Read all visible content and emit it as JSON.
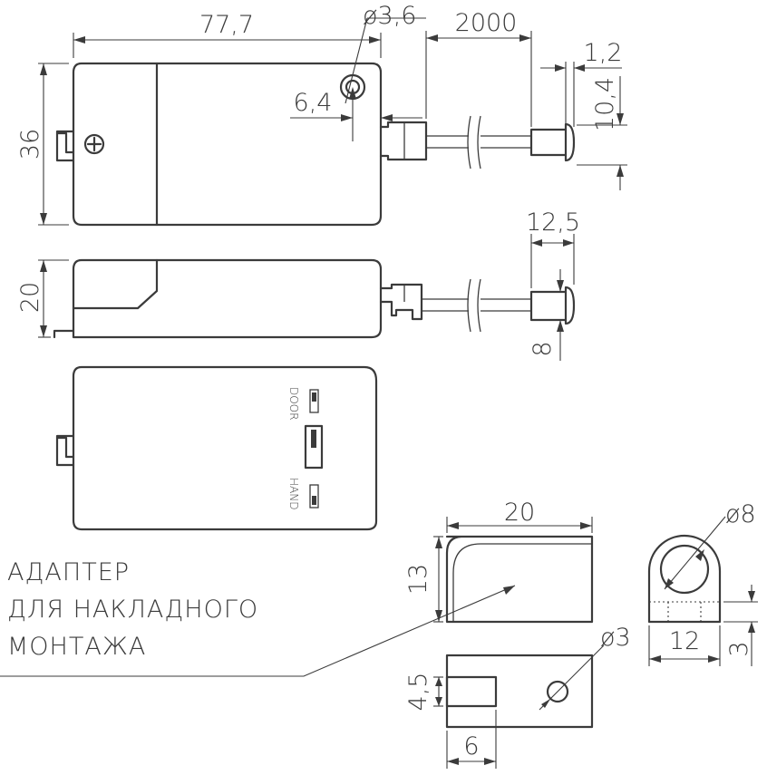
{
  "dimensions": {
    "length": "77,7",
    "height": "36",
    "hole_diameter": "3,6",
    "hole_offset": "6,4",
    "cable_length": "2000",
    "plug_flange": "1,2",
    "plug_height": "10,4",
    "side_height": "20",
    "plug_length": "12,5",
    "plug_diameter_side": "8",
    "adapter_width": "20",
    "adapter_height": "13",
    "ring_diameter": "8",
    "ring_width": "12",
    "ring_base": "3",
    "adapter_hole_diameter": "3",
    "slot_height": "4,5",
    "slot_width": "6"
  },
  "diameter_symbol": "ø",
  "switch_labels": {
    "door": "DOOR",
    "hand": "HAND"
  },
  "note": {
    "line1": "АДАПТЕР",
    "line2": "ДЛЯ НАКЛАДНОГО",
    "line3": "МОНТАЖА"
  }
}
